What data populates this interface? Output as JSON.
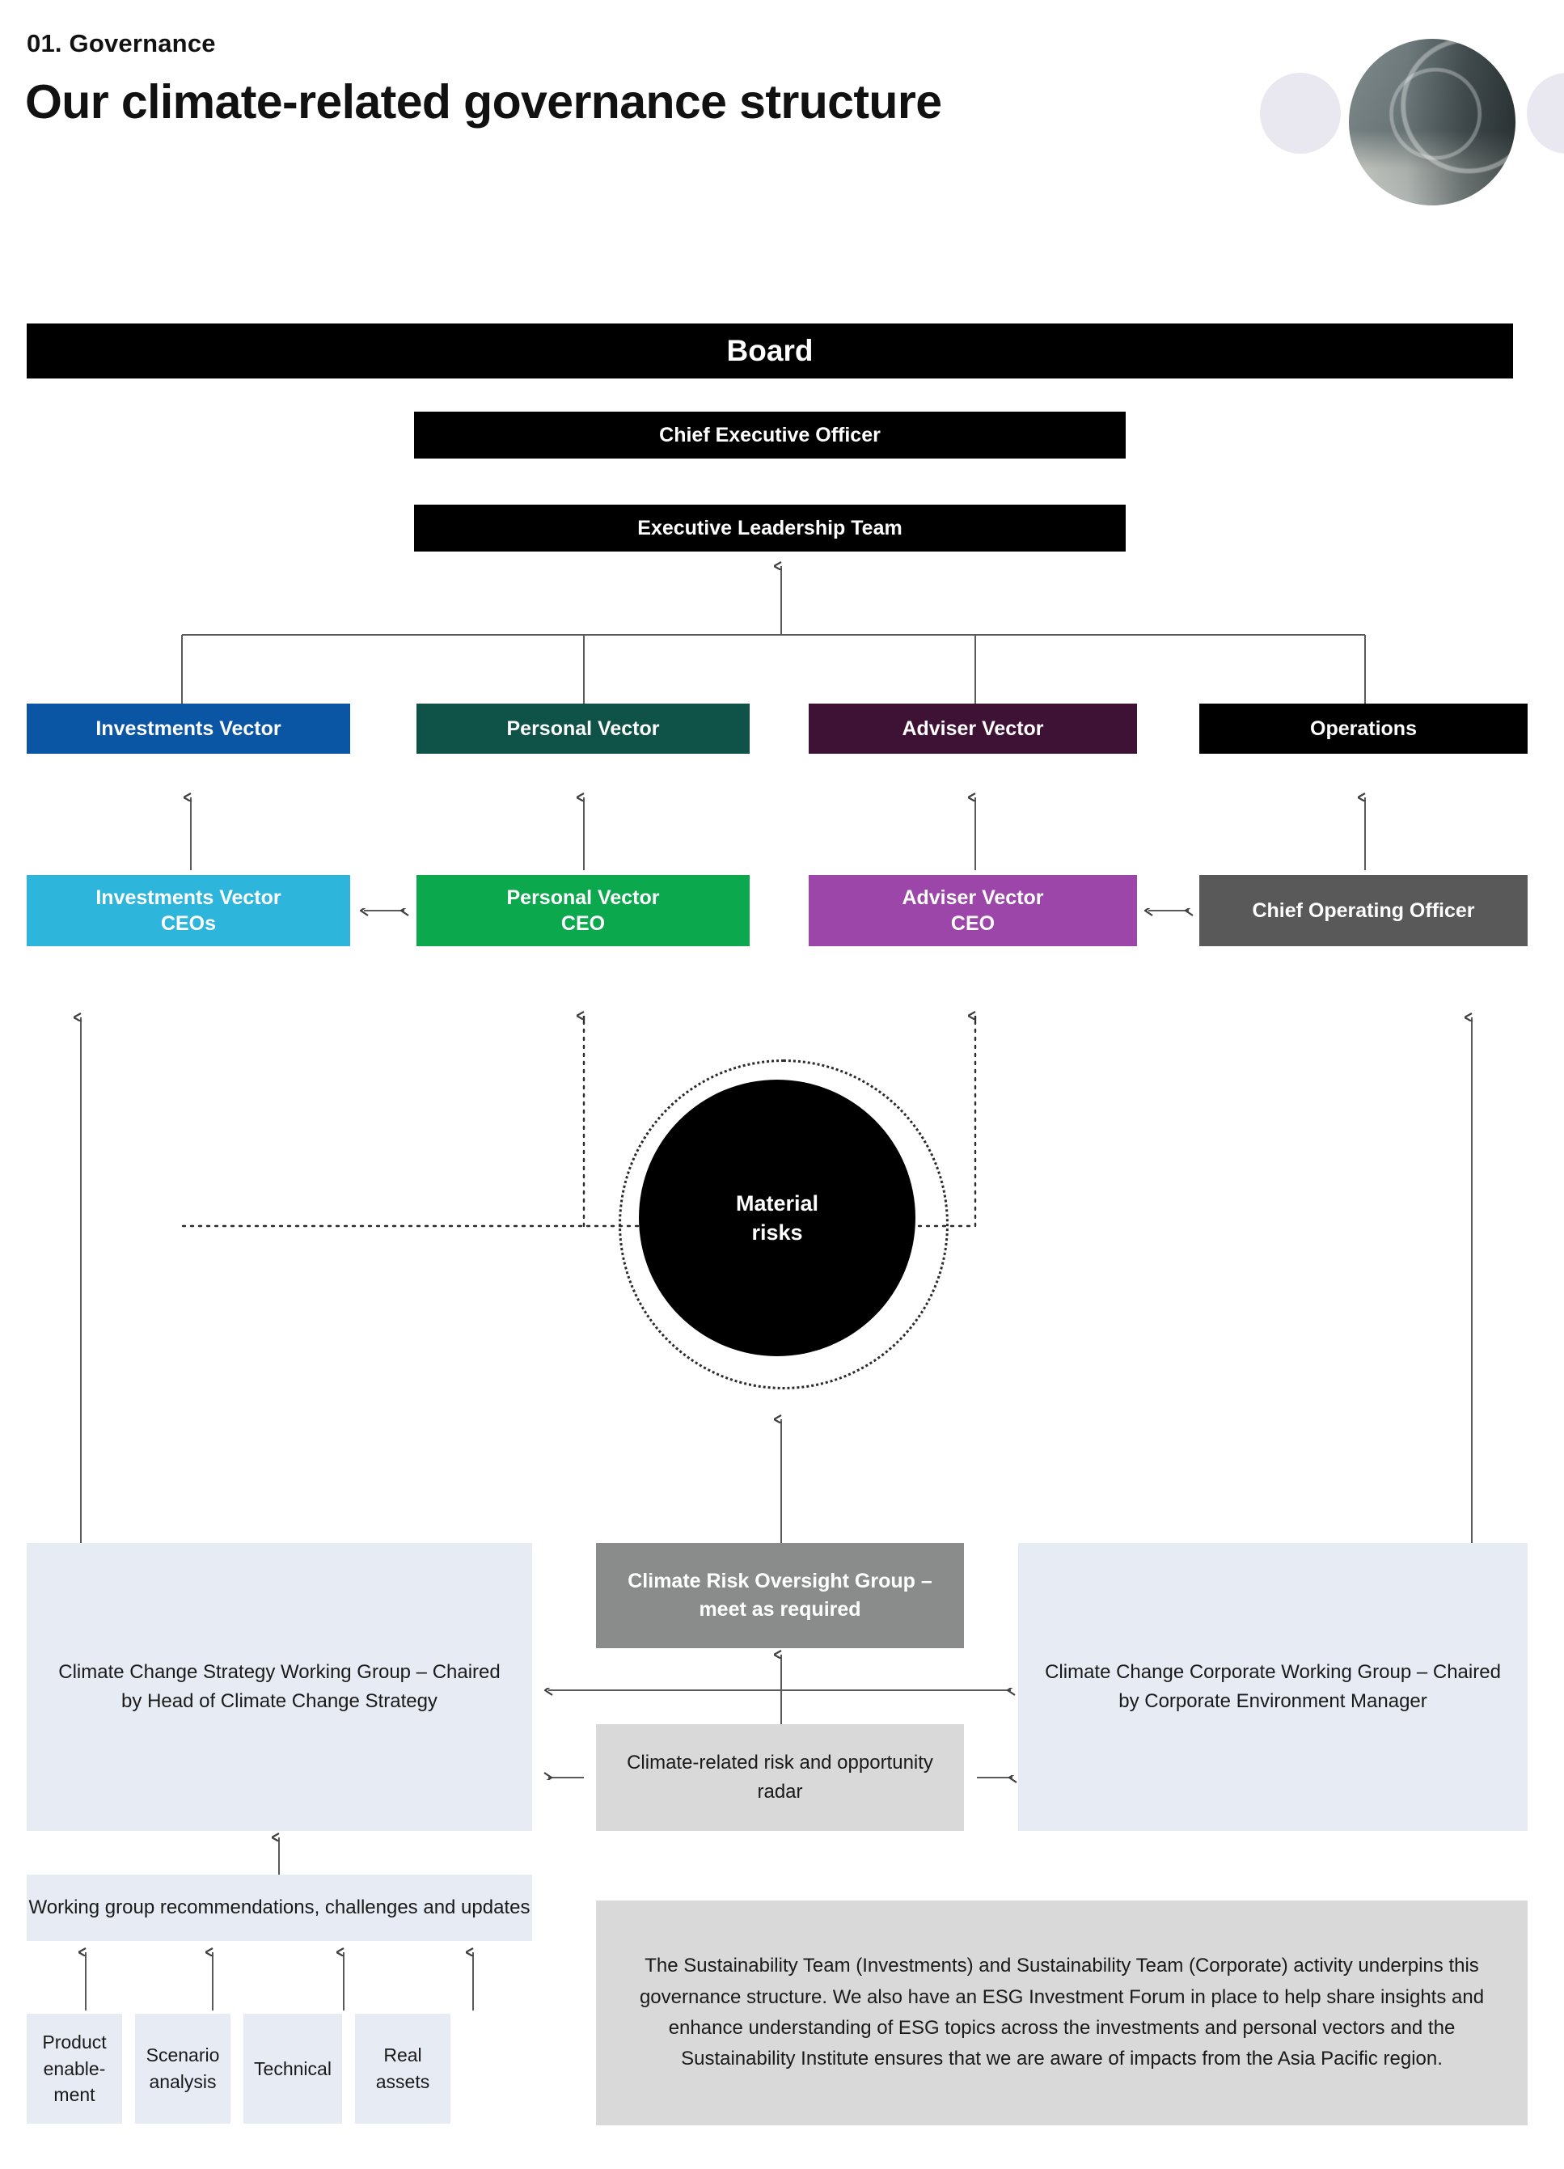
{
  "header": {
    "eyebrow": "01. Governance",
    "title": "Our climate-related governance structure"
  },
  "colors": {
    "investments_vector": "#0b56a4",
    "personal_vector": "#0e5248",
    "adviser_vector": "#3d1235",
    "operations": "#000000",
    "investments_vector_ceos": "#2eb5dc",
    "personal_vector_ceo": "#0ca84e",
    "adviser_vector_ceo": "#9b46a8",
    "chief_operating_officer": "#595959",
    "pale_panel": "#e7ebf4",
    "light_gray_panel": "#d9d9d9",
    "mid_gray_panel": "#8a8c8b",
    "material_risks": "#000000"
  },
  "chart_data": {
    "type": "diagram",
    "title": "Our climate-related governance structure",
    "levels": [
      {
        "name": "board",
        "nodes": [
          "Board"
        ]
      },
      {
        "name": "executive",
        "nodes": [
          "Chief Executive Officer",
          "Executive Leadership Team"
        ]
      },
      {
        "name": "vectors",
        "nodes": [
          "Investments Vector",
          "Personal Vector",
          "Adviser Vector",
          "Operations"
        ]
      },
      {
        "name": "vector-leads",
        "nodes": [
          "Investments Vector CEOs",
          "Personal Vector CEO",
          "Adviser Vector CEO",
          "Chief Operating Officer"
        ]
      },
      {
        "name": "hub",
        "nodes": [
          "Material risks"
        ]
      },
      {
        "name": "working-groups",
        "nodes": [
          "Climate Change Strategy Working Group – Chaired by Head of Climate Change Strategy",
          "Climate Risk Oversight Group – meet as required",
          "Climate-related risk and opportunity radar",
          "Climate Change Corporate Working Group – Chaired by Corporate Environment Manager"
        ]
      },
      {
        "name": "inputs",
        "nodes": [
          "Working group recommendations, challenges and updates",
          "Product enable-ment",
          "Scenario analysis",
          "Technical",
          "Real assets"
        ]
      }
    ]
  },
  "hierarchy": {
    "board": "Board",
    "ceo": "Chief Executive Officer",
    "elt": "Executive Leadership Team"
  },
  "vectors": [
    {
      "label": "Investments Vector",
      "color": "#0b56a4"
    },
    {
      "label": "Personal Vector",
      "color": "#0e5248"
    },
    {
      "label": "Adviser Vector",
      "color": "#3d1235"
    },
    {
      "label": "Operations",
      "color": "#000000"
    }
  ],
  "vector_leads": [
    {
      "label": "Investments Vector\nCEOs",
      "color": "#2eb5dc"
    },
    {
      "label": "Personal Vector\nCEO",
      "color": "#0ca84e"
    },
    {
      "label": "Adviser Vector\nCEO",
      "color": "#9b46a8"
    },
    {
      "label": "Chief Operating Officer",
      "color": "#595959"
    }
  ],
  "hub": {
    "label": "Material\nrisks"
  },
  "groups": {
    "strategy_working_group": "Climate Change Strategy Working Group – Chaired by Head of Climate Change Strategy",
    "climate_risk_oversight_group": "Climate Risk Oversight Group – meet as required",
    "risk_opportunity_radar": "Climate-related risk and opportunity radar",
    "corporate_working_group": "Climate Change Corporate Working Group – Chaired by Corporate Environment Manager"
  },
  "inputs": {
    "recommendations": "Working group recommendations, challenges and updates",
    "chips": [
      "Product enable-\nment",
      "Scenario\nanalysis",
      "Technical",
      "Real\nassets"
    ]
  },
  "footnote": "The Sustainability Team (Investments) and Sustainability Team (Corporate) activity underpins this governance structure. We also have an ESG Investment Forum in place to help share insights and enhance understanding of ESG topics across the investments and personal vectors and the Sustainability Institute ensures that we are aware of impacts from the Asia Pacific region."
}
